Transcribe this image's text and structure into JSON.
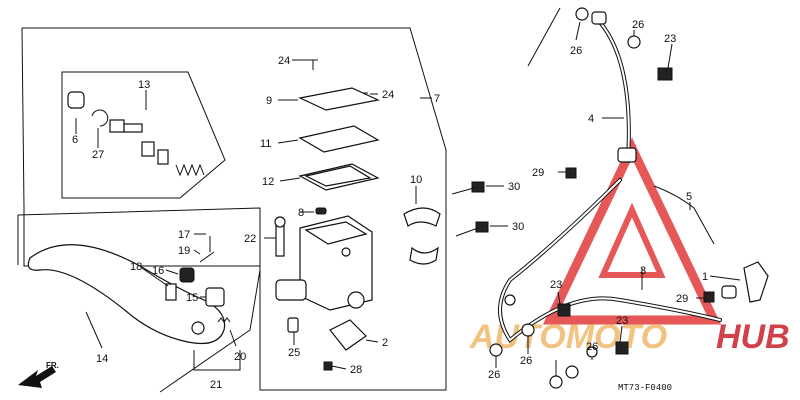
{
  "diagram": {
    "code": "MT73-F0400",
    "direction_label": "FR.",
    "watermark": {
      "part1": "AUTOMOTO",
      "part2": "HUB",
      "color_text": "#f0b86a",
      "color_accent": "#c8202a",
      "color_triangle": "#e23a3a"
    },
    "callouts": {
      "c1": "1",
      "c2": "2",
      "c3": "3",
      "c4": "4",
      "c5": "5",
      "c6": "6",
      "c7": "7",
      "c8": "8",
      "c9": "9",
      "c10": "10",
      "c11": "11",
      "c12": "12",
      "c13": "13",
      "c14": "14",
      "c15": "15",
      "c16": "16",
      "c17": "17",
      "c18": "18",
      "c19": "19",
      "c20": "20",
      "c21": "21",
      "c22": "22",
      "c23a": "23",
      "c23b": "23",
      "c23c": "23",
      "c24a": "24",
      "c24b": "24",
      "c25": "25",
      "c26a": "26",
      "c26b": "26",
      "c26c": "26",
      "c26d": "26",
      "c26e": "26",
      "c27": "27",
      "c28": "28",
      "c29a": "29",
      "c29b": "29",
      "c30a": "30",
      "c30b": "30"
    }
  }
}
